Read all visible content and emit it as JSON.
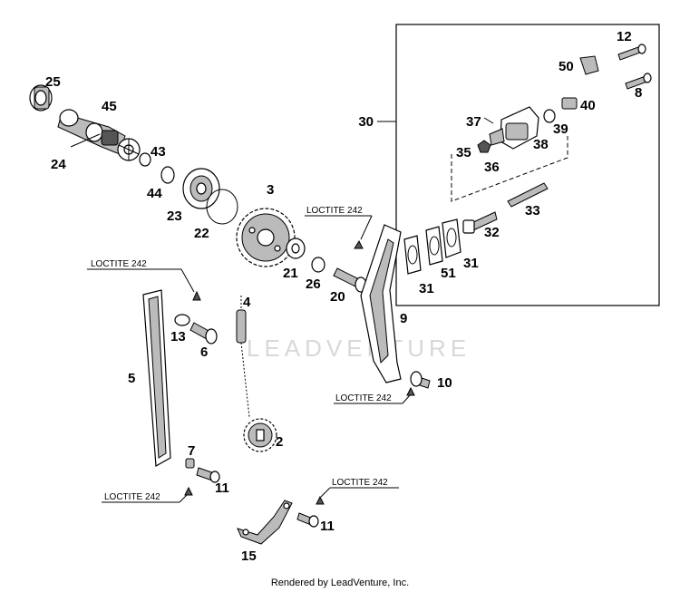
{
  "labels": {
    "n25": "25",
    "n45": "45",
    "n24": "24",
    "n43": "43",
    "n44": "44",
    "n23": "23",
    "n22": "22",
    "n3": "3",
    "n21": "21",
    "n26": "26",
    "n20": "20",
    "n4": "4",
    "n13": "13",
    "n6": "6",
    "n5": "5",
    "n9": "9",
    "n10": "10",
    "n2": "2",
    "n7": "7",
    "n11a": "11",
    "n11b": "11",
    "n15": "15",
    "n30": "30",
    "n12": "12",
    "n50": "50",
    "n8": "8",
    "n37": "37",
    "n40": "40",
    "n39": "39",
    "n35": "35",
    "n36": "36",
    "n38": "38",
    "n33": "33",
    "n32": "32",
    "n31a": "31",
    "n51": "51",
    "n31b": "31"
  },
  "callouts": {
    "loctite_a": "LOCTITE 242",
    "loctite_b": "LOCTITE 242",
    "loctite_c": "LOCTITE 242",
    "loctite_d": "LOCTITE 242",
    "loctite_e": "LOCTITE 242"
  },
  "watermark": "LEADVENTURE",
  "footer": "Rendered by LeadVenture, Inc."
}
